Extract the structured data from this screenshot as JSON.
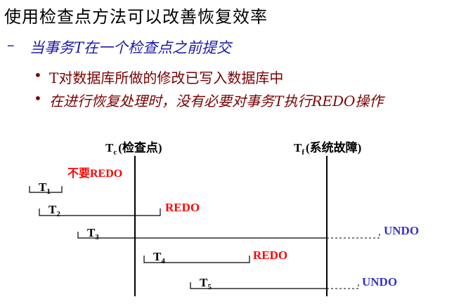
{
  "slide": {
    "title": "使用检查点方法可以改善恢复效率",
    "level1_dash": "–",
    "level1_text": "当事务T在一个检查点之前提交",
    "bullet_mark": "•",
    "bullets": [
      "T对数据库所做的修改已写入数据库中",
      "在进行恢复处理时，没有必要对事务T执行REDO操作"
    ]
  },
  "diagram": {
    "tc_label": "T",
    "tc_sub": "c",
    "tc_desc": "(检查点)",
    "tf_label": "T",
    "tf_sub": "f",
    "tf_desc": "(系统故障)",
    "transactions": [
      {
        "name": "T",
        "sub": "1",
        "action": "不要REDO"
      },
      {
        "name": "T",
        "sub": "2",
        "action": "REDO"
      },
      {
        "name": "T",
        "sub": "3",
        "action": "UNDO"
      },
      {
        "name": "T",
        "sub": "4",
        "action": "REDO"
      },
      {
        "name": "T",
        "sub": "5",
        "action": "UNDO"
      }
    ],
    "colors": {
      "redo": "#ff0000",
      "undo": "#3333cc",
      "line": "#000000"
    }
  }
}
